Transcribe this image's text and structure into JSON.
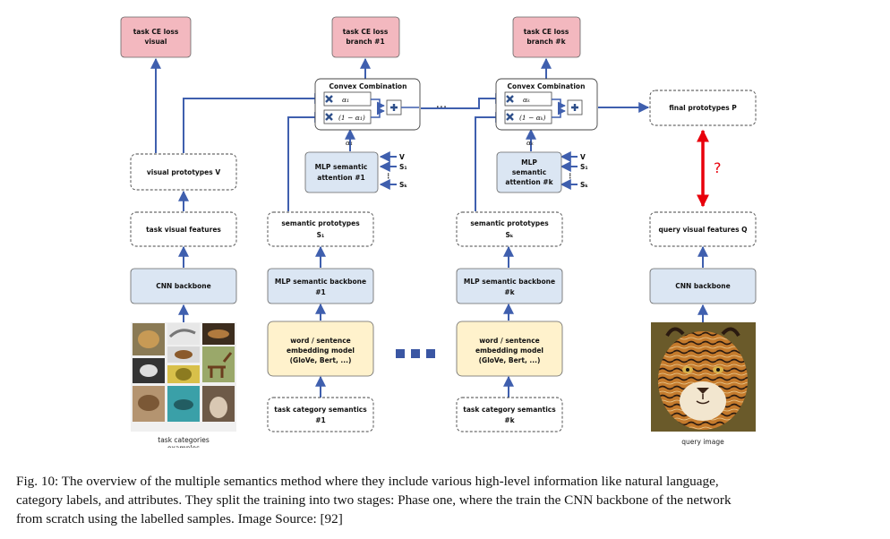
{
  "boxes": {
    "loss_visual": [
      "task CE loss",
      "visual"
    ],
    "loss_branch1": [
      "task CE loss",
      "branch #1"
    ],
    "loss_branchk": [
      "task CE loss",
      "branch #k"
    ],
    "convex1_title": "Convex Combination",
    "convexk_title": "Convex Combination",
    "final_prototypes": "final prototypes P",
    "visual_prototypes": "visual prototypes V",
    "task_visual_features": "task visual features",
    "cnn_backbone_left": "CNN backbone",
    "mlp_attention1": [
      "MLP semantic",
      "attention #1"
    ],
    "mlp_attentionk": [
      "MLP",
      "semantic",
      "attention #k"
    ],
    "semantic_prototypes1": [
      "semantic prototypes",
      "S₁"
    ],
    "semantic_prototypesk": [
      "semantic prototypes",
      "Sₖ"
    ],
    "mlp_backbone1": [
      "MLP semantic backbone",
      "#1"
    ],
    "mlp_backbonek": [
      "MLP semantic backbone",
      "#k"
    ],
    "embedding1": [
      "word / sentence",
      "embedding model",
      "(GloVe, Bert, ...)"
    ],
    "embeddingk": [
      "word / sentence",
      "embedding model",
      "(GloVe, Bert, ...)"
    ],
    "category_semantics1": [
      "task category semantics",
      "#1"
    ],
    "category_semanticsk": [
      "task category semantics",
      "#k"
    ],
    "query_features": "query visual features Q",
    "cnn_backbone_right": "CNN backbone",
    "task_examples_label": [
      "task categories",
      "examples"
    ],
    "query_image_label": "query image"
  },
  "math": {
    "alpha1": "α₁",
    "one_minus_alpha1": "(1 − α₁)",
    "alphak": "αₖ",
    "one_minus_alphak": "(1 − αₖ)",
    "inputs1": [
      "V",
      "S₁",
      "⋮",
      "Sₖ"
    ],
    "inputsk": [
      "V",
      "S₁",
      "⋮",
      "Sₖ"
    ],
    "ellipsis": "···",
    "question": "?"
  },
  "caption": [
    "Fig. 10: The overview of the multiple semantics method where they include various high-level information like natural language,",
    "category labels, and attributes. They split the training into two stages: Phase one, where the train the CNN backbone of the network",
    "from scratch using the labelled samples. Image Source: [92]"
  ],
  "colors": {
    "arrow": "#3f5fae",
    "loss_fill": "#f3b8bf",
    "cnn_fill": "#dbe6f3",
    "embedding_fill": "#fff2cc",
    "question_arrow": "#e8000b"
  }
}
